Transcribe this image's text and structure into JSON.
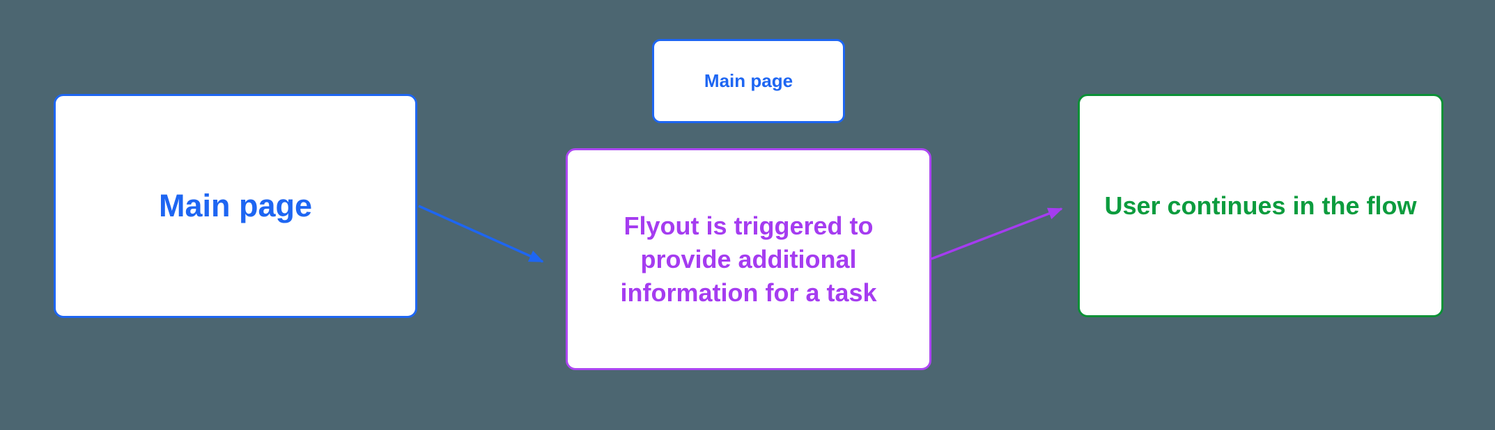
{
  "canvas": {
    "background": "#4C6671"
  },
  "colors": {
    "blue": "#1E66F2",
    "purple": "#A53CF0",
    "purple_border": "#AC46F2",
    "green": "#0C9C3E",
    "green_border": "#0B9036",
    "node_fill": "#FFFFFF"
  },
  "nodes": {
    "main_page": {
      "label": "Main page"
    },
    "main_page_small": {
      "label": "Main page"
    },
    "flyout": {
      "lines": [
        "Flyout is triggered to",
        "provide additional",
        "information for a task"
      ]
    },
    "continue_flow": {
      "label": "User continues in the flow"
    }
  },
  "edges": [
    {
      "from": "main_page",
      "to": "flyout",
      "color_ref": "blue"
    },
    {
      "from": "flyout",
      "to": "continue_flow",
      "color_ref": "purple"
    }
  ]
}
